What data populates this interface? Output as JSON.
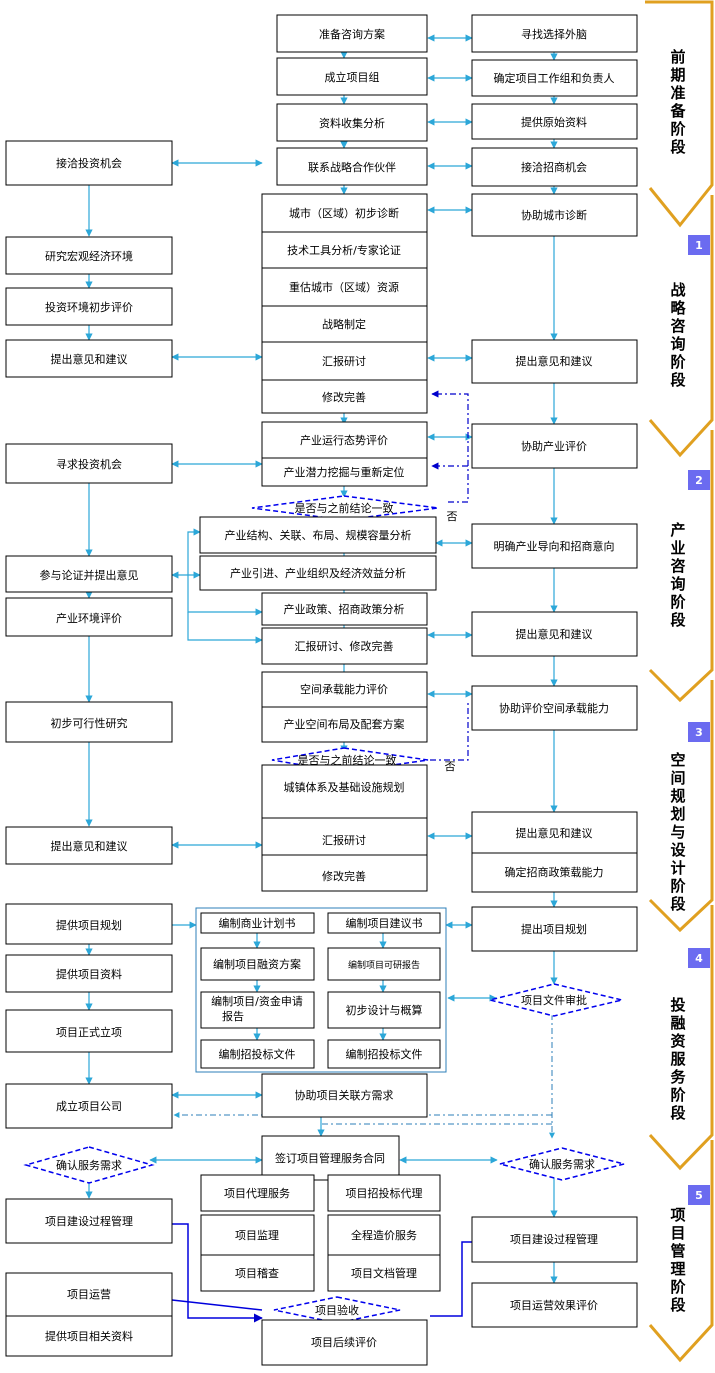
{
  "center": {
    "c1": "准备咨询方案",
    "c2": "成立项目组",
    "c3": "资料收集分析",
    "c4": "联系战略合作伙伴",
    "c5": "城市（区域）初步诊断",
    "c6": "技术工具分析/专家论证",
    "c7": "重估城市（区域）资源",
    "c8": "战略制定",
    "c9": "汇报研讨",
    "c10": "修改完善",
    "c11": "产业运行态势评价",
    "c12": "产业潜力挖掘与重新定位",
    "d1": "是否与之前结论一致",
    "no1": "否",
    "c13": "产业结构、关联、布局、规模容量分析",
    "c14": "产业引进、产业组织及经济效益分析",
    "c15": "产业政策、招商政策分析",
    "c16": "汇报研讨、修改完善",
    "c17": "空间承载能力评价",
    "c18": "产业空间布局及配套方案",
    "d2": "是否与之前结论一致",
    "no2": "否",
    "c19": "城镇体系及基础设施规划",
    "c20": "汇报研讨",
    "c21": "修改完善",
    "g1": "编制商业计划书",
    "g2": "编制项目建议书",
    "g3": "编制项目融资方案",
    "g4": "编制项目可研报告",
    "g5a": "编制项目/资金申请",
    "g5b": "报告",
    "g6": "初步设计与概算",
    "g7": "编制招投标文件",
    "g8": "编制招投标文件",
    "c22": "协助项目关联方需求",
    "c23": "签订项目管理服务合同",
    "s1": "项目代理服务",
    "s2": "项目招投标代理",
    "s3": "项目监理",
    "s4": "全程造价服务",
    "s5": "项目稽查",
    "s6": "项目文档管理",
    "d3": "项目验收",
    "c24": "项目后续评价"
  },
  "right": {
    "r1": "寻找选择外脑",
    "r2": "确定项目工作组和负责人",
    "r3": "提供原始资料",
    "r4": "接洽招商机会",
    "r5": "协助城市诊断",
    "r6": "提出意见和建议",
    "r7": "协助产业评价",
    "r8": "明确产业导向和招商意向",
    "r9": "提出意见和建议",
    "r10": "协助评价空间承载能力",
    "r11": "提出意见和建议",
    "r12": "确定招商政策载能力",
    "r13": "提出项目规划",
    "d4": "项目文件审批",
    "d5": "确认服务需求",
    "r14": "项目建设过程管理",
    "r15": "项目运营效果评价"
  },
  "left": {
    "l1": "接洽投资机会",
    "l2": "研究宏观经济环境",
    "l3": "投资环境初步评价",
    "l4": "提出意见和建议",
    "l5": "寻求投资机会",
    "l6": "参与论证并提出意见",
    "l7": "产业环境评价",
    "l8": "初步可行性研究",
    "l9": "提出意见和建议",
    "l10": "提供项目规划",
    "l11": "提供项目资料",
    "l12": "项目正式立项",
    "l13": "成立项目公司",
    "d6": "确认服务需求",
    "l14": "项目建设过程管理",
    "l15": "项目运营",
    "l16": "提供项目相关资料"
  },
  "phases": {
    "p0": "前期准备阶段",
    "p1": "战略咨询阶段",
    "p2": "产业咨询阶段",
    "p3": "空间规划与设计阶段",
    "p4": "投融资服务阶段",
    "p5": "项目管理阶段",
    "n1": "1",
    "n2": "2",
    "n3": "3",
    "n4": "4",
    "n5": "5"
  },
  "colors": {
    "arrow": "#2ca7d8",
    "dash": "#0000cc",
    "bracket": "#e0a020",
    "badge": "#6b6bf0"
  }
}
